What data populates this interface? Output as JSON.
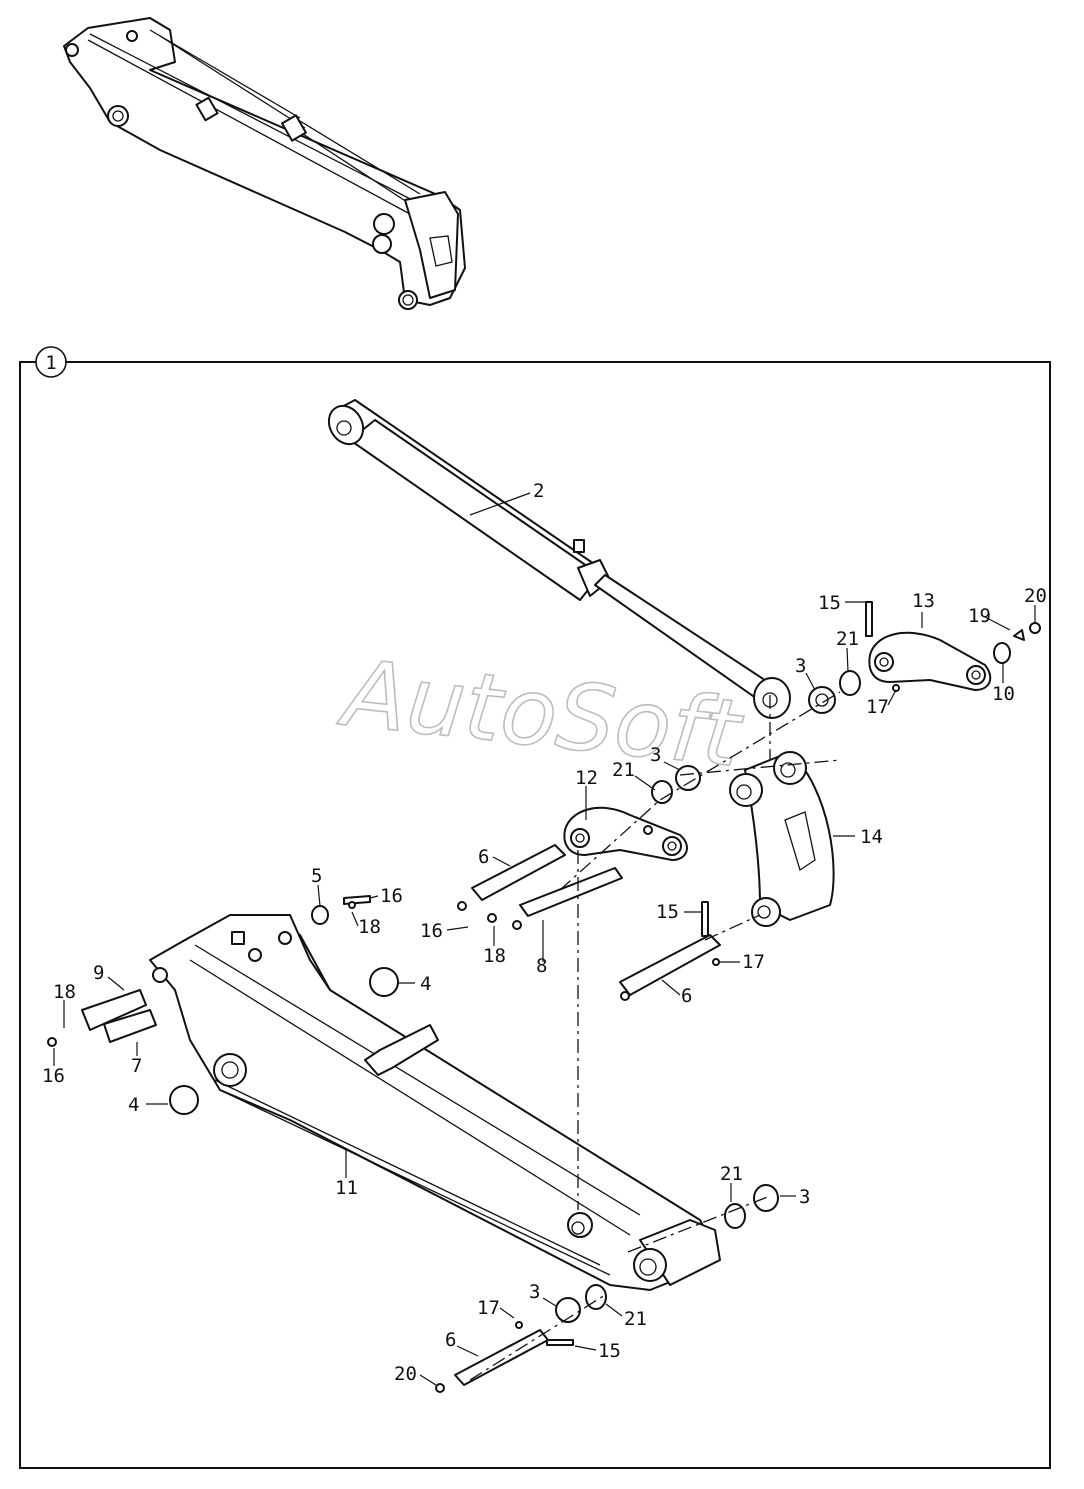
{
  "diagram": {
    "group_label": "1",
    "watermark": "AutoSoft",
    "callouts": [
      {
        "id": "c2",
        "text": "2"
      },
      {
        "id": "c15a",
        "text": "15"
      },
      {
        "id": "c13",
        "text": "13"
      },
      {
        "id": "c19",
        "text": "19"
      },
      {
        "id": "c20a",
        "text": "20"
      },
      {
        "id": "c21a",
        "text": "21"
      },
      {
        "id": "c3a",
        "text": "3"
      },
      {
        "id": "c17a",
        "text": "17"
      },
      {
        "id": "c10",
        "text": "10"
      },
      {
        "id": "c3b",
        "text": "3"
      },
      {
        "id": "c21b",
        "text": "21"
      },
      {
        "id": "c12",
        "text": "12"
      },
      {
        "id": "c14",
        "text": "14"
      },
      {
        "id": "c6a",
        "text": "6"
      },
      {
        "id": "c5",
        "text": "5"
      },
      {
        "id": "c16a",
        "text": "16"
      },
      {
        "id": "c18a",
        "text": "18"
      },
      {
        "id": "c15b",
        "text": "15"
      },
      {
        "id": "c16b",
        "text": "16"
      },
      {
        "id": "c18b",
        "text": "18"
      },
      {
        "id": "c8",
        "text": "8"
      },
      {
        "id": "c17b",
        "text": "17"
      },
      {
        "id": "c6b",
        "text": "6"
      },
      {
        "id": "c9",
        "text": "9"
      },
      {
        "id": "c4a",
        "text": "4"
      },
      {
        "id": "c18c",
        "text": "18"
      },
      {
        "id": "c7",
        "text": "7"
      },
      {
        "id": "c16c",
        "text": "16"
      },
      {
        "id": "c4b",
        "text": "4"
      },
      {
        "id": "c11",
        "text": "11"
      },
      {
        "id": "c21c",
        "text": "21"
      },
      {
        "id": "c3c",
        "text": "3"
      },
      {
        "id": "c3d",
        "text": "3"
      },
      {
        "id": "c17c",
        "text": "17"
      },
      {
        "id": "c21d",
        "text": "21"
      },
      {
        "id": "c15c",
        "text": "15"
      },
      {
        "id": "c6c",
        "text": "6"
      },
      {
        "id": "c20b",
        "text": "20"
      }
    ]
  }
}
